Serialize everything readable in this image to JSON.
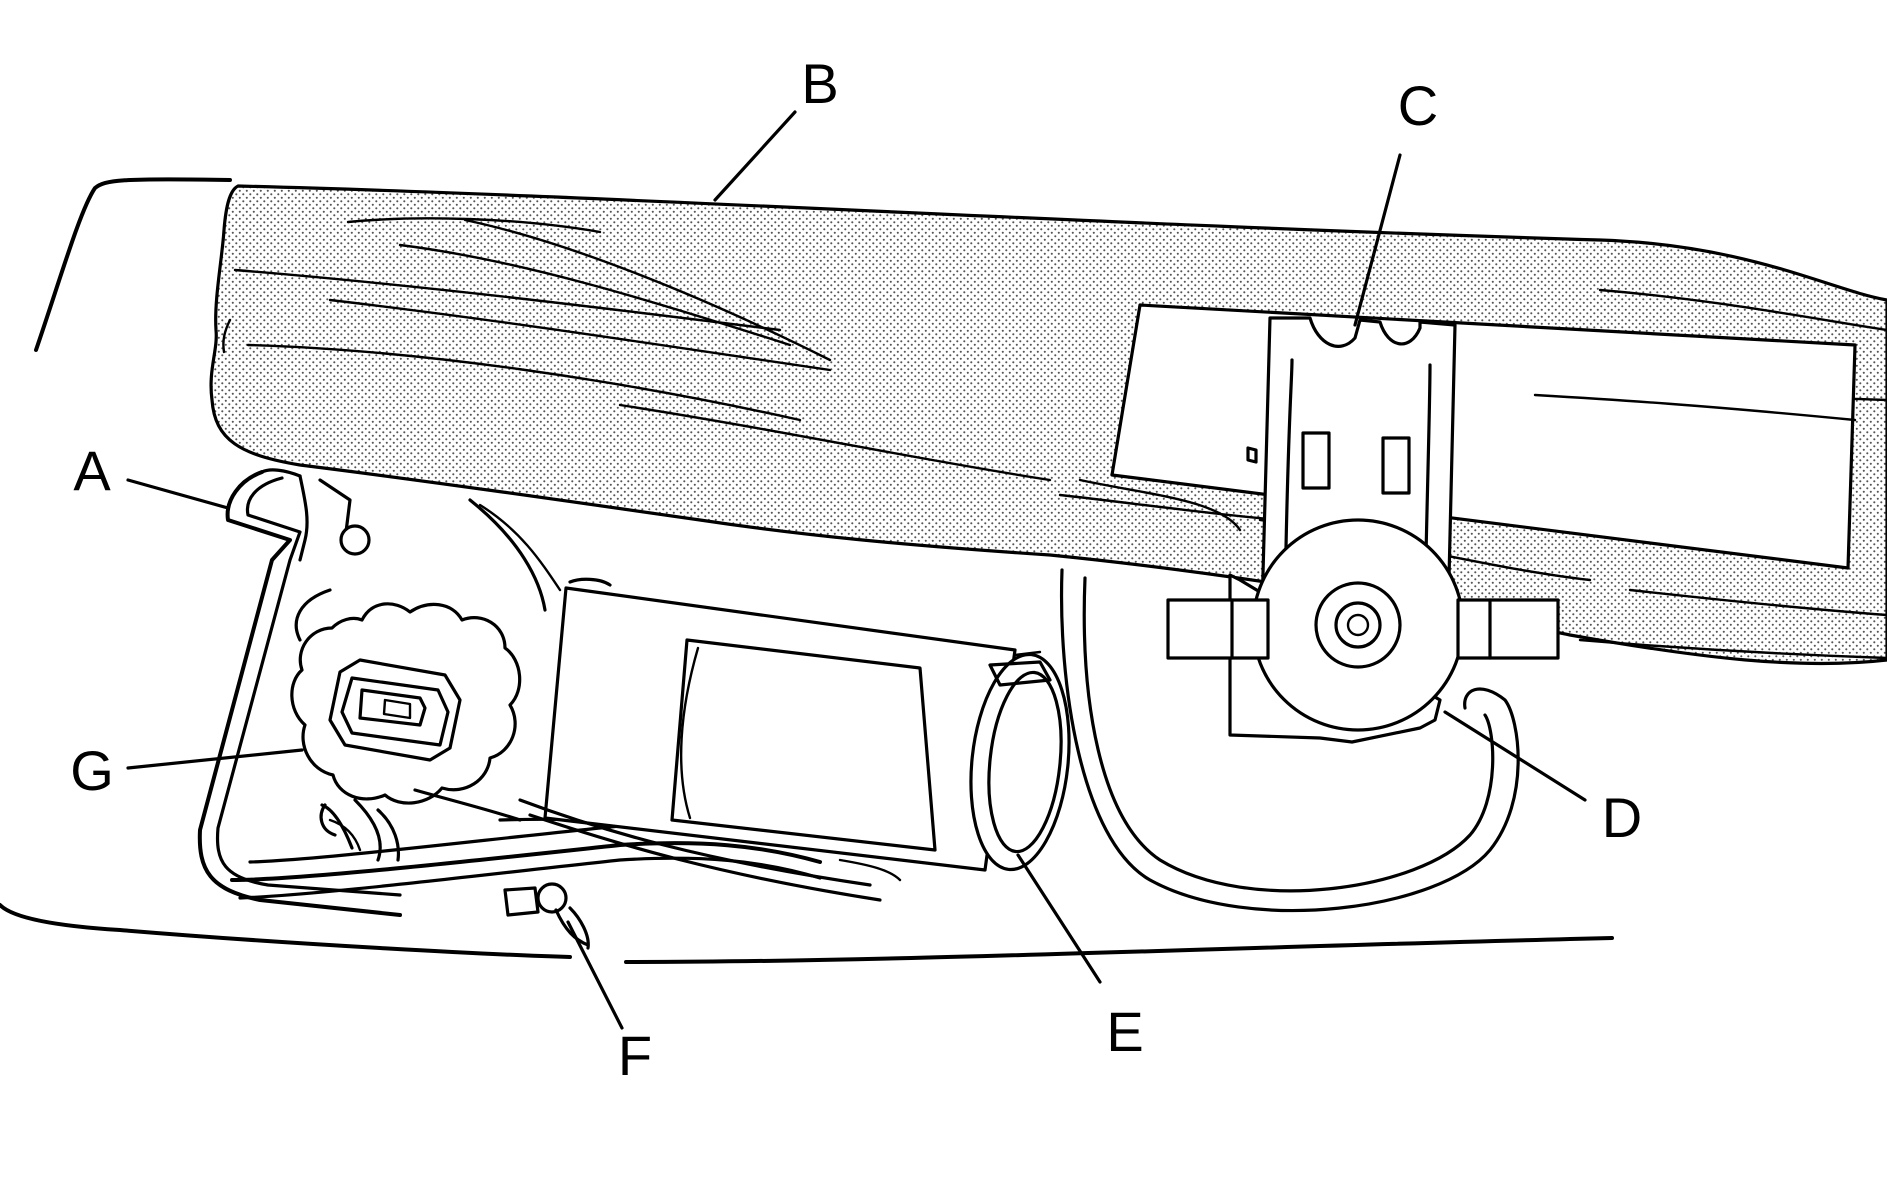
{
  "colors": {
    "line": "#000000",
    "background": "#ffffff",
    "fabric_dots": "#555555"
  },
  "callouts": {
    "A": "A",
    "B": "B",
    "C": "C",
    "D": "D",
    "E": "E",
    "F": "F",
    "G": "G"
  }
}
